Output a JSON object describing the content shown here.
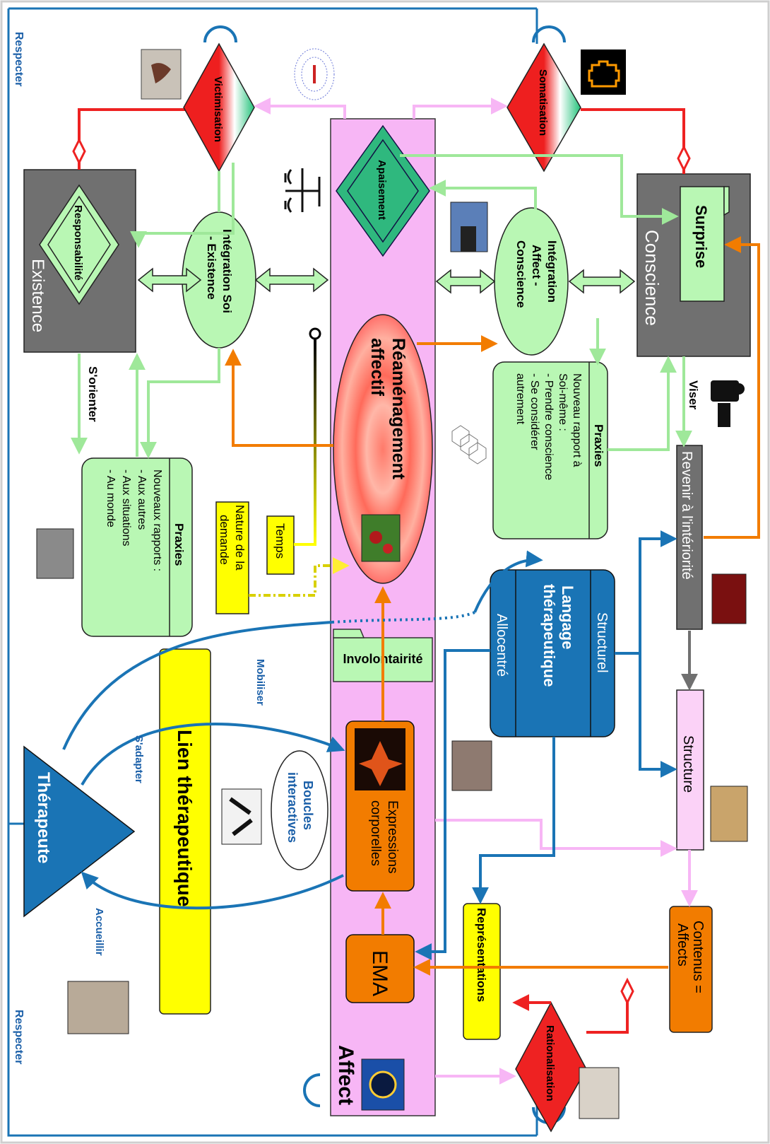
{
  "side_labels": {
    "respect_top": "Respecter",
    "respect_bottom": "Respecter"
  },
  "nodes": {
    "victimisation": "Victimisation",
    "somatisation": "Somatisation",
    "rationalisation": "Rationalisation",
    "apaisement": "Apaisement",
    "responsabilite": "Responsabilité",
    "existence": "Existence",
    "conscience": "Conscience",
    "surprise": "Surprise",
    "integration_soi_line1": "Intégration Soi",
    "integration_soi_line2": "- Existence",
    "integration_affect_line1": "Intégration",
    "integration_affect_line2": "Affect -",
    "integration_affect_line3": "Conscience",
    "reamenagement_line1": "Réaménagement",
    "reamenagement_line2": "affectif",
    "involontairite": "Involontairité",
    "affect": "Affect",
    "temps": "Temps",
    "nature_line1": "Nature de la",
    "nature_line2": "demande",
    "revenir": "Revenir à l'intériorité",
    "structure": "Structure",
    "contenus_line1": "Contenus =",
    "contenus_line2": "Affects",
    "representations": "Représentations",
    "ema": "EMA",
    "expressions_line1": "Expressions",
    "expressions_line2": "corporelles",
    "boucles_line1": "Boucles",
    "boucles_line2": "interactives",
    "lien": "Lien thérapeutique",
    "therapeute": "Thérapeute",
    "langage_line1": "Langage",
    "langage_line2": "thérapeutique",
    "structurel": "Structurel",
    "allocentre": "Allocentré"
  },
  "praxies_right": {
    "title": "Praxies",
    "lines": [
      "Nouveau rapport à",
      "Soi-même :",
      "- Prendre conscience",
      "- Se considérer",
      "autrement"
    ]
  },
  "praxies_left": {
    "title": "Praxies",
    "lines": [
      "Nouveaux rapports :",
      "- Aux autres",
      "- Aux situations",
      "- Au monde"
    ]
  },
  "edge_labels": {
    "orienter": "S'orienter",
    "viser": "Viser",
    "mobiliser": "Mobiliser",
    "adapter": "S'adapter",
    "accueillir": "Accueillir"
  },
  "colors": {
    "affect_band": "#f7b6f5",
    "green_fill": "#b9f7b4",
    "dark_green": "#2fb87e",
    "red": "#ee2222",
    "orange": "#f27c00",
    "blue": "#1a74b5",
    "yellow": "#ffff00",
    "gray": "#707070"
  }
}
